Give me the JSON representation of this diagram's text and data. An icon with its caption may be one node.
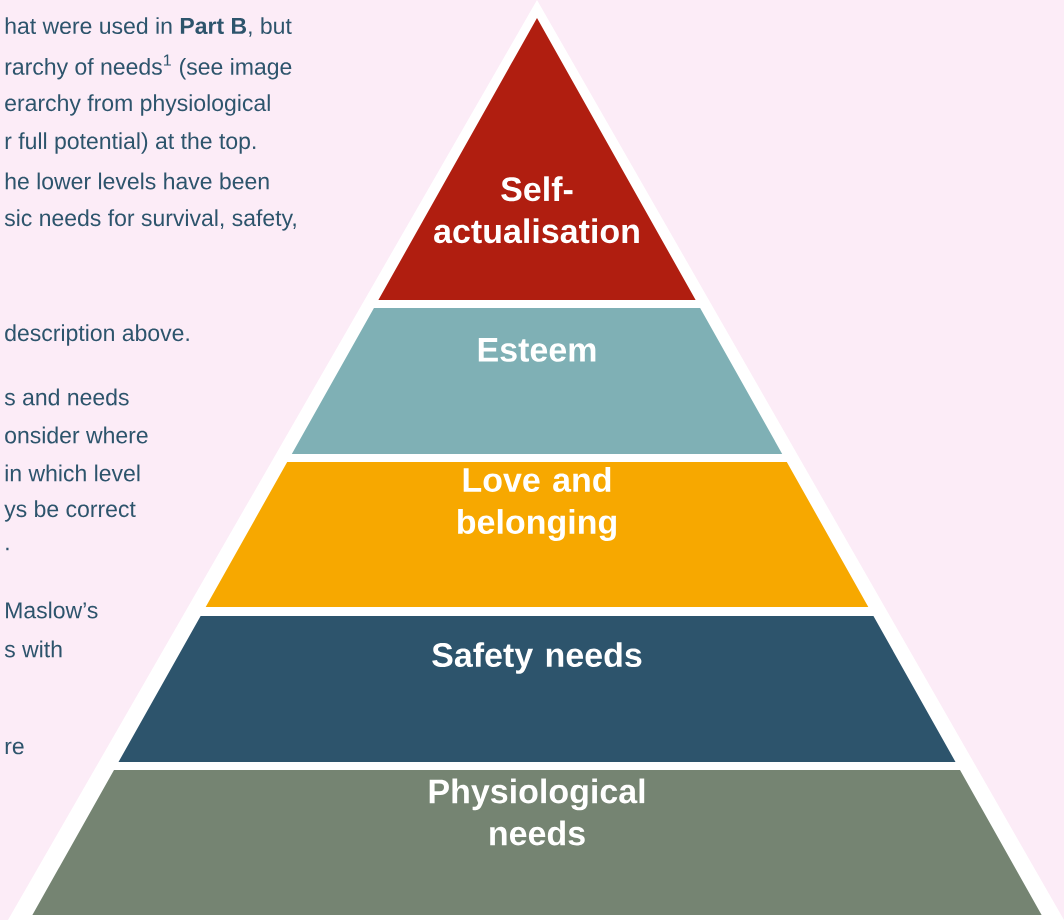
{
  "diagram": {
    "nodes": [
      {
        "text": [
          "Self-actualisation"
        ]
      },
      {
        "text": [
          "Esteem"
        ]
      },
      {
        "text": [
          "Love and belonging"
        ]
      },
      {
        "text": [
          "Safety needs"
        ]
      },
      {
        "text": [
          "Physiological needs"
        ]
      }
    ],
    "labels": [
      "hat were used in **Part B**, but",
      "rarchy of needs$^{1}$ (see image",
      "erarchy from physiological",
      "r full potential) at the top.",
      "he lower levels have been",
      "sic needs for survival, safety,",
      "description above.",
      "s and needs",
      "onsider where",
      "in which level",
      "ys be correct",
      ".",
      "Maslow’s",
      "s with",
      "re"
    ]
  }
}
